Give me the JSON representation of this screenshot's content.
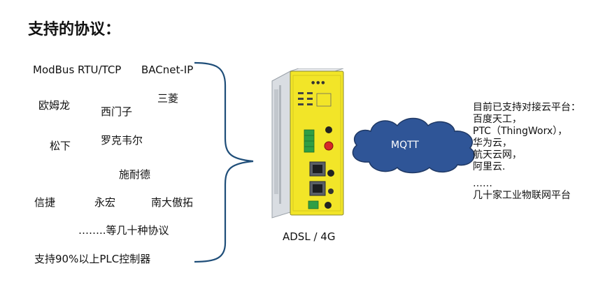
{
  "title": "支持的协议：",
  "protocols": {
    "modbus": "ModBus RTU/TCP",
    "bacnet": "BACnet-IP",
    "omron": "欧姆龙",
    "siemens": "西门子",
    "mitsubishi": "三菱",
    "panasonic": "松下",
    "rockwell": "罗克韦尔",
    "schneider": "施耐德",
    "xinje": "信捷",
    "yonghong": "永宏",
    "nandaao": "南大傲拓",
    "more": "……..等几十种协议",
    "plc_support": "支持90%以上PLC控制器"
  },
  "device": {
    "caption": "ADSL / 4G"
  },
  "cloud": {
    "label": "MQTT"
  },
  "platforms": {
    "heading": "目前已支持对接云平台：",
    "items": [
      "百度天工，",
      "PTC（ThingWorx），",
      "华为云，",
      "航天云网，",
      "阿里云.",
      "……",
      "几十家工业物联网平台"
    ]
  },
  "colors": {
    "bracket": "#1f4e79",
    "cloud_fill": "#2f5597",
    "cloud_stroke": "#1f3864",
    "device_body": "#f2e528"
  }
}
